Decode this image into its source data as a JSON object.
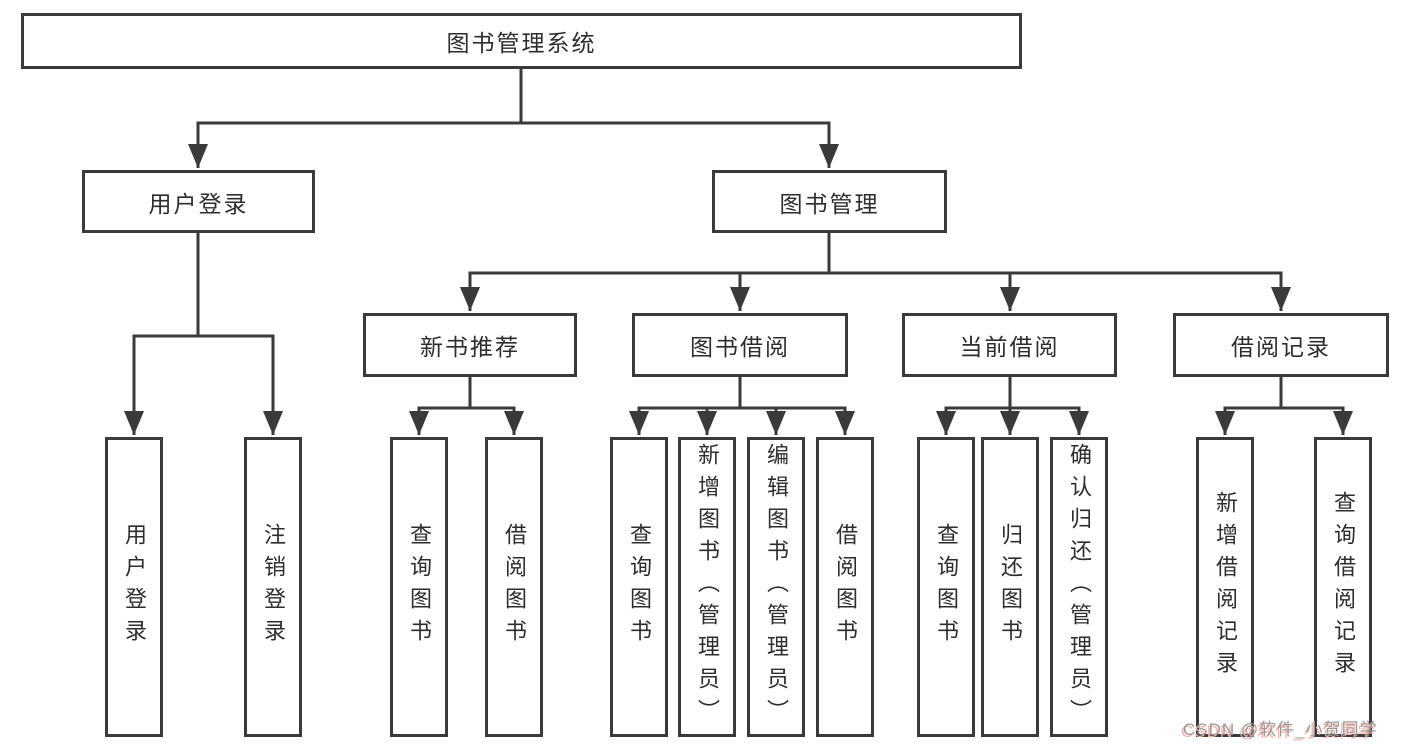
{
  "root": {
    "label": "图书管理系统"
  },
  "level2": {
    "user": {
      "label": "用户登录"
    },
    "book": {
      "label": "图书管理"
    }
  },
  "modules": {
    "recommend": {
      "label": "新书推荐"
    },
    "borrow": {
      "label": "图书借阅"
    },
    "current": {
      "label": "当前借阅"
    },
    "records": {
      "label": "借阅记录"
    }
  },
  "leaves": {
    "user": [
      "用户登录",
      "注销登录"
    ],
    "recommend": [
      "查询图书",
      "借阅图书"
    ],
    "borrow": [
      "查询图书",
      "新增图书（管理员）",
      "编辑图书（管理员）",
      "借阅图书"
    ],
    "current": [
      "查询图书",
      "归还图书",
      "确认归还（管理员）"
    ],
    "records": [
      "新增借阅记录",
      "查询借阅记录"
    ]
  },
  "watermark": {
    "text": "CSDN @软件_小贺同学"
  },
  "colors": {
    "line": "#3a3a3a",
    "box_border": "#3a3a3a",
    "text": "#2d2d2d",
    "background": "#ffffff",
    "watermark_gray": "#9a9a9a",
    "watermark_shadow": "#f6b3a6"
  }
}
